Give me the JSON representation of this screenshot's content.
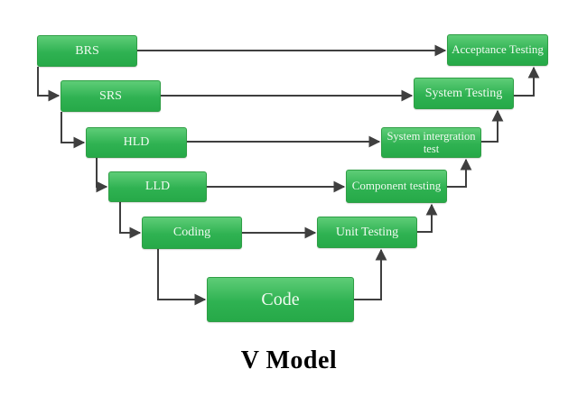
{
  "title": "V Model",
  "colors": {
    "background": "#ffffff",
    "box_top": "#5ecd77",
    "box_mid": "#2fb252",
    "box_bottom": "#26a948",
    "box_border": "#2f9e45",
    "box_text": "#f0faf0",
    "arrow": "#3f3f3f",
    "title_color": "#000000"
  },
  "nodes": {
    "brs": {
      "label": "BRS"
    },
    "srs": {
      "label": "SRS"
    },
    "hld": {
      "label": "HLD"
    },
    "lld": {
      "label": "LLD"
    },
    "coding": {
      "label": "Coding"
    },
    "code": {
      "label": "Code"
    },
    "unit_testing": {
      "label": "Unit Testing"
    },
    "component_testing": {
      "label": "Component testing"
    },
    "system_integration_test": {
      "label": "System intergration test"
    },
    "system_testing": {
      "label": "System Testing"
    },
    "acceptance_testing": {
      "label": "Acceptance Testing"
    }
  }
}
